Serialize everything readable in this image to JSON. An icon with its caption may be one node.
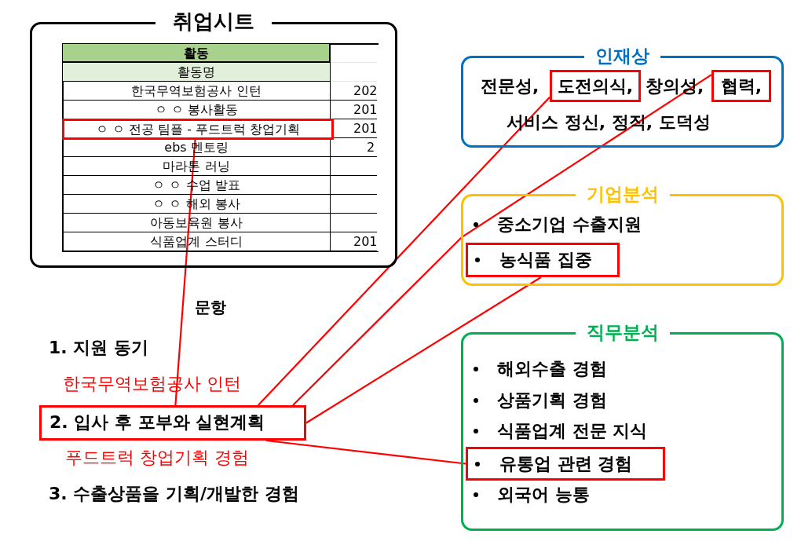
{
  "diagram": {
    "nodes": [
      {
        "text": [
          "취업시트"
        ]
      },
      {
        "text": [
          "ㅇ ㅇ 전공 팀플 - 푸드트럭 창업기획"
        ],
        "in": 0
      },
      {
        "text": [
          "2. 입사 후 포부와 실현계획"
        ],
        "beside": [
          "푸드트럭 창업기획 경험"
        ]
      },
      {
        "text": [
          "인재상"
        ]
      },
      {
        "text": [
          "도전의식,"
        ],
        "in": 3
      },
      {
        "text": [
          "협력,"
        ],
        "in": 3
      },
      {
        "text": [
          "기업분석"
        ]
      },
      {
        "text": [
          "농식품 집중"
        ],
        "in": 6
      },
      {
        "text": [
          "직무분석"
        ]
      },
      {
        "text": [
          "유통업 관련 경험"
        ],
        "in": 8
      }
    ],
    "edges": [
      {
        "from": 2,
        "to": 1,
        "arrow": "none"
      },
      {
        "from": 2,
        "to": 4,
        "arrow": "none"
      },
      {
        "from": 2,
        "to": 5,
        "arrow": "none"
      },
      {
        "from": 2,
        "to": 7,
        "arrow": "none"
      },
      {
        "from": 2,
        "to": 9,
        "arrow": "none"
      }
    ],
    "labels": [
      "활동",
      "활동명",
      "한국무역보험공사 인턴",
      "202",
      "ㅇ ㅇ 봉사활동",
      "201",
      "201",
      "ebs 멘토링",
      "2",
      "마라톤 러닝",
      "ㅇ ㅇ 수업 발표",
      "ㅇ ㅇ 해외 봉사",
      "아동보육원 봉사",
      "식품업계 스터디",
      "201",
      "문항",
      "1. 지원 동기",
      "한국무역보험공사 인턴",
      "3. 수출상품을 기획/개발한 경험",
      "전문성,",
      "창의성,",
      "서비스 정신, 정직, 도덕성",
      "중소기업 수출지원",
      "해외수출 경험",
      "상품기획 경험",
      "식품업계 전문 지식",
      "외국어 능통"
    ]
  }
}
